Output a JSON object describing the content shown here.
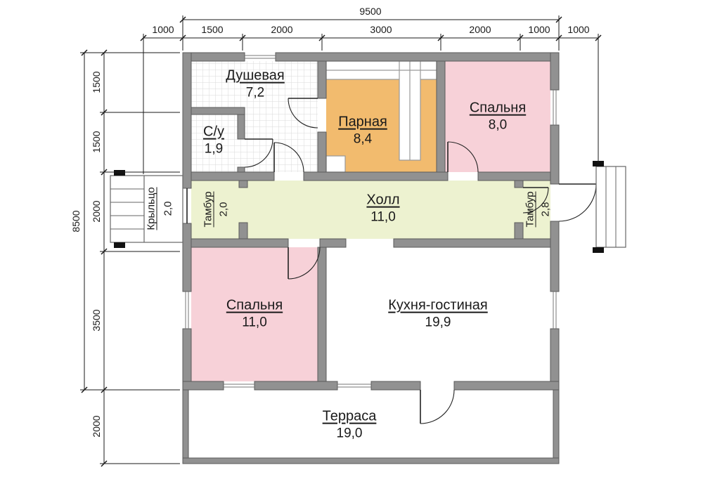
{
  "rooms": {
    "shower": {
      "name": "Душевая",
      "area": "7,2"
    },
    "wc": {
      "name": "С/у",
      "area": "1,9"
    },
    "steam": {
      "name": "Парная",
      "area": "8,4"
    },
    "bedroom_small": {
      "name": "Спальня",
      "area": "8,0"
    },
    "hall": {
      "name": "Холл",
      "area": "11,0"
    },
    "tambour_left": {
      "name": "Тамбур",
      "area": "2,0"
    },
    "tambour_right": {
      "name": "Тамбур",
      "area": "2,8"
    },
    "porch": {
      "name": "Крыльцо",
      "area": "2,0"
    },
    "bedroom_large": {
      "name": "Спальня",
      "area": "11,0"
    },
    "kitchen_living": {
      "name": "Кухня-гостиная",
      "area": "19,9"
    },
    "terrace": {
      "name": "Терраса",
      "area": "19,0"
    }
  },
  "dimensions": {
    "top_total": "9500",
    "top_segments": [
      "1000",
      "1500",
      "2000",
      "3000",
      "2000",
      "1000",
      "1000"
    ],
    "left_total": "8500",
    "left_segments": [
      "1500",
      "1500",
      "2000",
      "3500",
      "2000"
    ]
  },
  "colors": {
    "wall": "#919191",
    "bedroom_fill": "#f7d1d8",
    "steam_fill": "#f2bb6e",
    "hall_fill": "#edf2d0",
    "tile_line": "#dadada",
    "line": "#1a1a1a",
    "background": "#ffffff"
  }
}
